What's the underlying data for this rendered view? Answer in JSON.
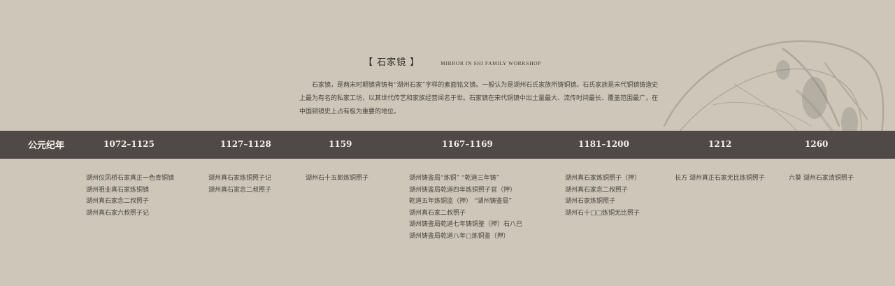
{
  "header": {
    "title": "【 石家镜 】",
    "subtitle": "MIRROR IN SHI FAMILY WORKSHOP"
  },
  "intro": "石家镜，是两宋时期镜背铸有“湖州石家”字样的素面铭文镜。一般认为是湖州石氏家族所铸铜镜。石氏家族是宋代铜镜铸造史上最为有名的私家工坊，以其世代传艺和家族经营闻名于世。石家镜在宋代铜镜中出土量最大、流传时间最长、覆盖范围最广，在中国铜镜史上占有极为重要的地位。",
  "timeline": {
    "era_label": "公元纪年",
    "periods": [
      {
        "year": "1072–1125",
        "items": [
          "湖州仪凤桥石家真正一色青铜镜",
          "湖州祖业真石家炼铜镜",
          "湖州真石家念二叔照子",
          "湖州真石家六叔照子记"
        ]
      },
      {
        "year": "1127–1128",
        "items": [
          "湖州真石家炼铜照子记",
          "湖州真石家念二叔照子"
        ]
      },
      {
        "year": "1159",
        "items": [
          "湖州石十五郎炼铜照子"
        ]
      },
      {
        "year": "1167–1169",
        "items": [
          "湖州铸鉴局“炼铜” “乾道三年铸”",
          "湖州铸鉴局乾道四年炼铜照子官（押）",
          "乾道五年炼铜监（押） “湖州铸鉴局”",
          "湖州真石家二叔照子",
          "湖州铸鉴局乾道七年铸铜鉴（押）石八巳",
          "湖州铸鉴局乾道八年□炼铜鉴（押）"
        ]
      },
      {
        "year": "1181–1200",
        "items": [
          "湖州真石家炼铜照子（押）",
          "湖州真石家念二叔照子",
          "湖州石家炼铜照子",
          "湖州石十□□炼铜无比照子"
        ]
      },
      {
        "year": "1212",
        "items": [
          "长方 湖州真正石家无比炼铜照子"
        ]
      },
      {
        "year": "1260",
        "items": [
          "六葵 湖州石家清铜照子"
        ]
      }
    ]
  },
  "colors": {
    "background": "#cdc6b9",
    "band": "#4f4a47",
    "band_text": "#f3efe8",
    "text": "#4a443d"
  }
}
